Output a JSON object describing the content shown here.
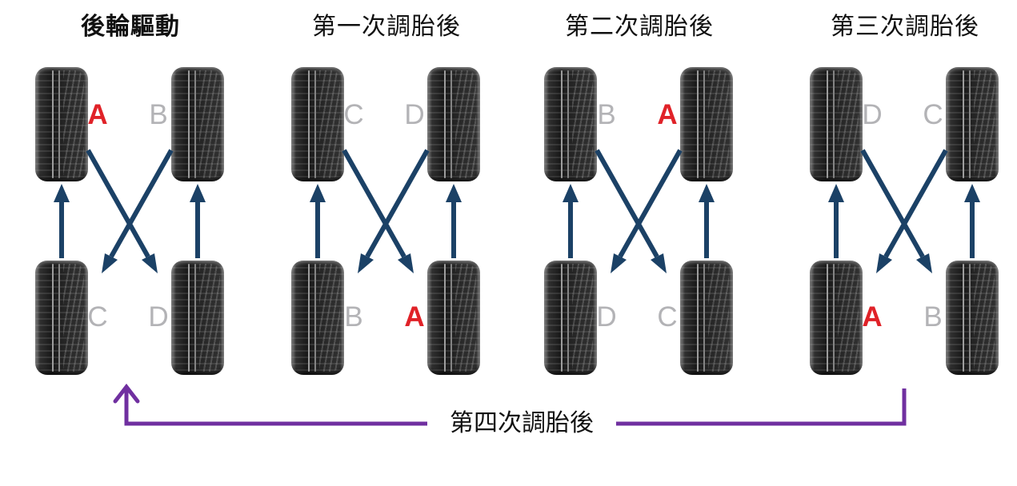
{
  "colors": {
    "arrow_navy": "#1b4166",
    "loop_purple": "#7030a0",
    "label_red": "#e02228",
    "label_gray": "#b3b3b6",
    "text_black": "#111111"
  },
  "panels": [
    {
      "title": "後輪驅動",
      "title_weight": "700",
      "tires": [
        {
          "position": "front-left",
          "label": "A",
          "label_color": "#e02228",
          "label_weight": "700"
        },
        {
          "position": "front-right",
          "label": "B",
          "label_color": "#b3b3b6",
          "label_weight": "400"
        },
        {
          "position": "rear-left",
          "label": "C",
          "label_color": "#b3b3b6",
          "label_weight": "400"
        },
        {
          "position": "rear-right",
          "label": "D",
          "label_color": "#b3b3b6",
          "label_weight": "400"
        }
      ]
    },
    {
      "title": "第一次調胎後",
      "title_weight": "400",
      "tires": [
        {
          "position": "front-left",
          "label": "C",
          "label_color": "#b3b3b6",
          "label_weight": "400"
        },
        {
          "position": "front-right",
          "label": "D",
          "label_color": "#b3b3b6",
          "label_weight": "400"
        },
        {
          "position": "rear-left",
          "label": "B",
          "label_color": "#b3b3b6",
          "label_weight": "400"
        },
        {
          "position": "rear-right",
          "label": "A",
          "label_color": "#e02228",
          "label_weight": "700"
        }
      ]
    },
    {
      "title": "第二次調胎後",
      "title_weight": "400",
      "tires": [
        {
          "position": "front-left",
          "label": "B",
          "label_color": "#b3b3b6",
          "label_weight": "400"
        },
        {
          "position": "front-right",
          "label": "A",
          "label_color": "#e02228",
          "label_weight": "700"
        },
        {
          "position": "rear-left",
          "label": "D",
          "label_color": "#b3b3b6",
          "label_weight": "400"
        },
        {
          "position": "rear-right",
          "label": "C",
          "label_color": "#b3b3b6",
          "label_weight": "400"
        }
      ]
    },
    {
      "title": "第三次調胎後",
      "title_weight": "400",
      "tires": [
        {
          "position": "front-left",
          "label": "D",
          "label_color": "#b3b3b6",
          "label_weight": "400"
        },
        {
          "position": "front-right",
          "label": "C",
          "label_color": "#b3b3b6",
          "label_weight": "400"
        },
        {
          "position": "rear-left",
          "label": "A",
          "label_color": "#e02228",
          "label_weight": "700"
        },
        {
          "position": "rear-right",
          "label": "B",
          "label_color": "#b3b3b6",
          "label_weight": "400"
        }
      ]
    }
  ],
  "loop": {
    "label": "第四次調胎後"
  }
}
